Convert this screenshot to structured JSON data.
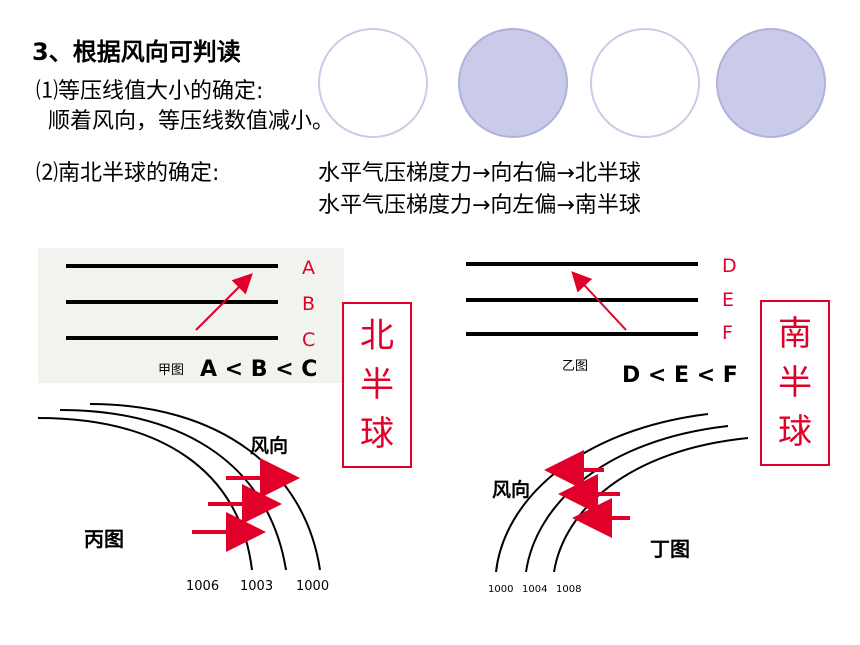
{
  "title": "3、根据风向可判读",
  "point1": {
    "heading": "⑴等压线值大小的确定:",
    "rule": "顺着风向，等压线数值减小。"
  },
  "point2": {
    "heading": "⑵南北半球的确定:",
    "north_rule": "水平气压梯度力→向右偏→北半球",
    "south_rule": "水平气压梯度力→向左偏→南半球"
  },
  "diagram_jia": {
    "line_labels": [
      "A",
      "B",
      "C"
    ],
    "name": "甲图",
    "relation": "A < B < C"
  },
  "diagram_yi": {
    "line_labels": [
      "D",
      "E",
      "F"
    ],
    "name": "乙图",
    "relation": "D < E < F"
  },
  "north_box": [
    "北",
    "半",
    "球"
  ],
  "south_box": [
    "南",
    "半",
    "球"
  ],
  "diagram_bing": {
    "wind_label": "风向",
    "name": "丙图",
    "isobar_values": [
      "1006",
      "1003",
      "1000"
    ]
  },
  "diagram_ding": {
    "wind_label": "风向",
    "name": "丁图",
    "isobar_values": [
      "1000",
      "1004",
      "1008"
    ]
  },
  "colors": {
    "accent_red": "#e0002a",
    "circle_fill": "#c9cbe8",
    "circle_border": "#aeb2dc"
  }
}
